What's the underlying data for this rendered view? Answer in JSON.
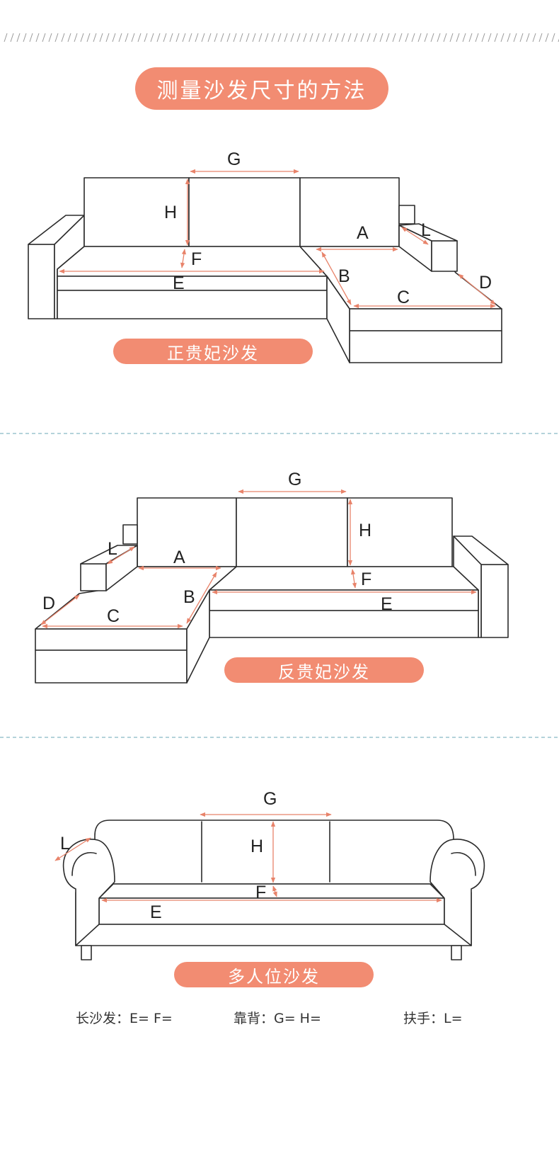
{
  "header": {
    "title": "测量沙发尺寸的方法"
  },
  "diagrams": [
    {
      "label": "正贵妃沙发",
      "dims": {
        "G": "G",
        "H": "H",
        "F": "F",
        "E": "E",
        "A": "A",
        "L": "L",
        "B": "B",
        "C": "C",
        "D": "D"
      }
    },
    {
      "label": "反贵妃沙发",
      "dims": {
        "G": "G",
        "H": "H",
        "F": "F",
        "E": "E",
        "A": "A",
        "L": "L",
        "B": "B",
        "C": "C",
        "D": "D"
      }
    },
    {
      "label": "多人位沙发",
      "dims": {
        "G": "G",
        "H": "H",
        "F": "F",
        "E": "E",
        "L": "L"
      }
    }
  ],
  "footer": {
    "seat": "长沙发：E=    F=",
    "back": "靠背：G=    H=",
    "arm": "扶手：L="
  },
  "colors": {
    "accent": "#f28c72",
    "measure_line": "#e8836a",
    "divider": "#6aa7b5",
    "outline": "#2b2b2b"
  }
}
